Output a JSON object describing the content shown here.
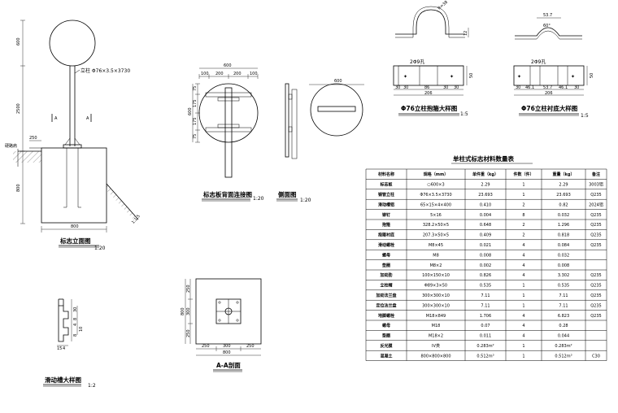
{
  "elevation": {
    "title": "标志立面图",
    "scale": "1:20",
    "post_label": "立柱 Φ76×3.5×3730",
    "ground_label": "硬路肩",
    "dims": {
      "d600": "600",
      "d2500": "2500",
      "d800v": "800",
      "d800h": "800",
      "d250": "250"
    },
    "section_a": "A",
    "slope": "1:1.5"
  },
  "back_view": {
    "title": "标志板背面连接图",
    "scale": "1:20",
    "dims": {
      "w600": "600",
      "w100a": "100",
      "w200a": "200",
      "w200b": "200",
      "w100b": "100",
      "h75a": "75",
      "h600": "600",
      "h175a": "175",
      "h175b": "175",
      "h75b": "75"
    }
  },
  "side_view": {
    "title": "侧面图",
    "scale": "1:20",
    "dim": "600"
  },
  "hoop": {
    "title": "Φ76立柱抱箍大样图",
    "scale": "1:5",
    "radius": "R=38",
    "d12": "12",
    "holes": "2Φ9孔",
    "d50": "50",
    "bottom": [
      "30",
      "30",
      "86",
      "30",
      "30"
    ],
    "total": "206"
  },
  "liner": {
    "title": "Φ76立柱衬底大样图",
    "scale": "1:5",
    "d53": "53.7",
    "angle": "60°",
    "holes": "2Φ9孔",
    "d50": "50",
    "bottom": [
      "30",
      "46.1",
      "53.7",
      "46.1",
      "30"
    ],
    "total": "206"
  },
  "table": {
    "title": "单柱式标志材料数量表",
    "headers": [
      "材料名称",
      "规格（mm）",
      "单件重（kg）",
      "件数（件）",
      "重量（kg）",
      "备注"
    ],
    "rows": [
      [
        "标志板",
        "○600×3",
        "2.29",
        "1",
        "2.29",
        "3003铝"
      ],
      [
        "钢管立柱",
        "Φ76×3.5×3730",
        "23.693",
        "1",
        "23.693",
        "Q235"
      ],
      [
        "滑动槽铝",
        "65×15×4×400",
        "0.410",
        "2",
        "0.82",
        "2024铝"
      ],
      [
        "铆钉",
        "5×16",
        "0.004",
        "8",
        "0.032",
        "Q235"
      ],
      [
        "抱箍",
        "328.2×50×5",
        "0.648",
        "2",
        "1.296",
        "Q235"
      ],
      [
        "抱箍衬底",
        "207.3×50×5",
        "0.409",
        "2",
        "0.818",
        "Q235"
      ],
      [
        "滑动螺栓",
        "M8×45",
        "0.021",
        "4",
        "0.084",
        "Q235"
      ],
      [
        "螺母",
        "M8",
        "0.008",
        "4",
        "0.032",
        ""
      ],
      [
        "垫圈",
        "M8×2",
        "0.002",
        "4",
        "0.008",
        ""
      ],
      [
        "加劲肋",
        "100×150×10",
        "0.826",
        "4",
        "3.302",
        "Q235"
      ],
      [
        "立柱帽",
        "Φ89×3×50",
        "0.535",
        "1",
        "0.535",
        "Q235"
      ],
      [
        "加劲法兰盘",
        "300×300×10",
        "7.11",
        "1",
        "7.11",
        "Q235"
      ],
      [
        "定位法兰盘",
        "300×300×10",
        "7.11",
        "1",
        "7.11",
        "Q235"
      ],
      [
        "地脚螺栓",
        "M18×849",
        "1.706",
        "4",
        "6.823",
        "Q235"
      ],
      [
        "螺母",
        "M18",
        "0.07",
        "4",
        "0.28",
        ""
      ],
      [
        "垫圈",
        "M18×2",
        "0.011",
        "4",
        "0.044",
        ""
      ],
      [
        "反光膜",
        "IV类",
        "0.283m²",
        "1",
        "0.283m²",
        ""
      ],
      [
        "混凝土",
        "800×800×800",
        "0.512m³",
        "1",
        "0.512m³",
        "C30"
      ]
    ]
  },
  "slide": {
    "title": "滑动槽大样图",
    "scale": "1:2",
    "dims": {
      "d15": "15",
      "d30": "30",
      "d4": "4",
      "d8a": "8",
      "d4b": "4",
      "d10": "10",
      "d8b": "8"
    }
  },
  "section_aa": {
    "title": "A-A剖面",
    "dims": {
      "v250a": "250",
      "v300": "300",
      "v250b": "250",
      "v800": "800",
      "h250a": "250",
      "h300": "300",
      "h250b": "250",
      "h800": "800"
    }
  }
}
